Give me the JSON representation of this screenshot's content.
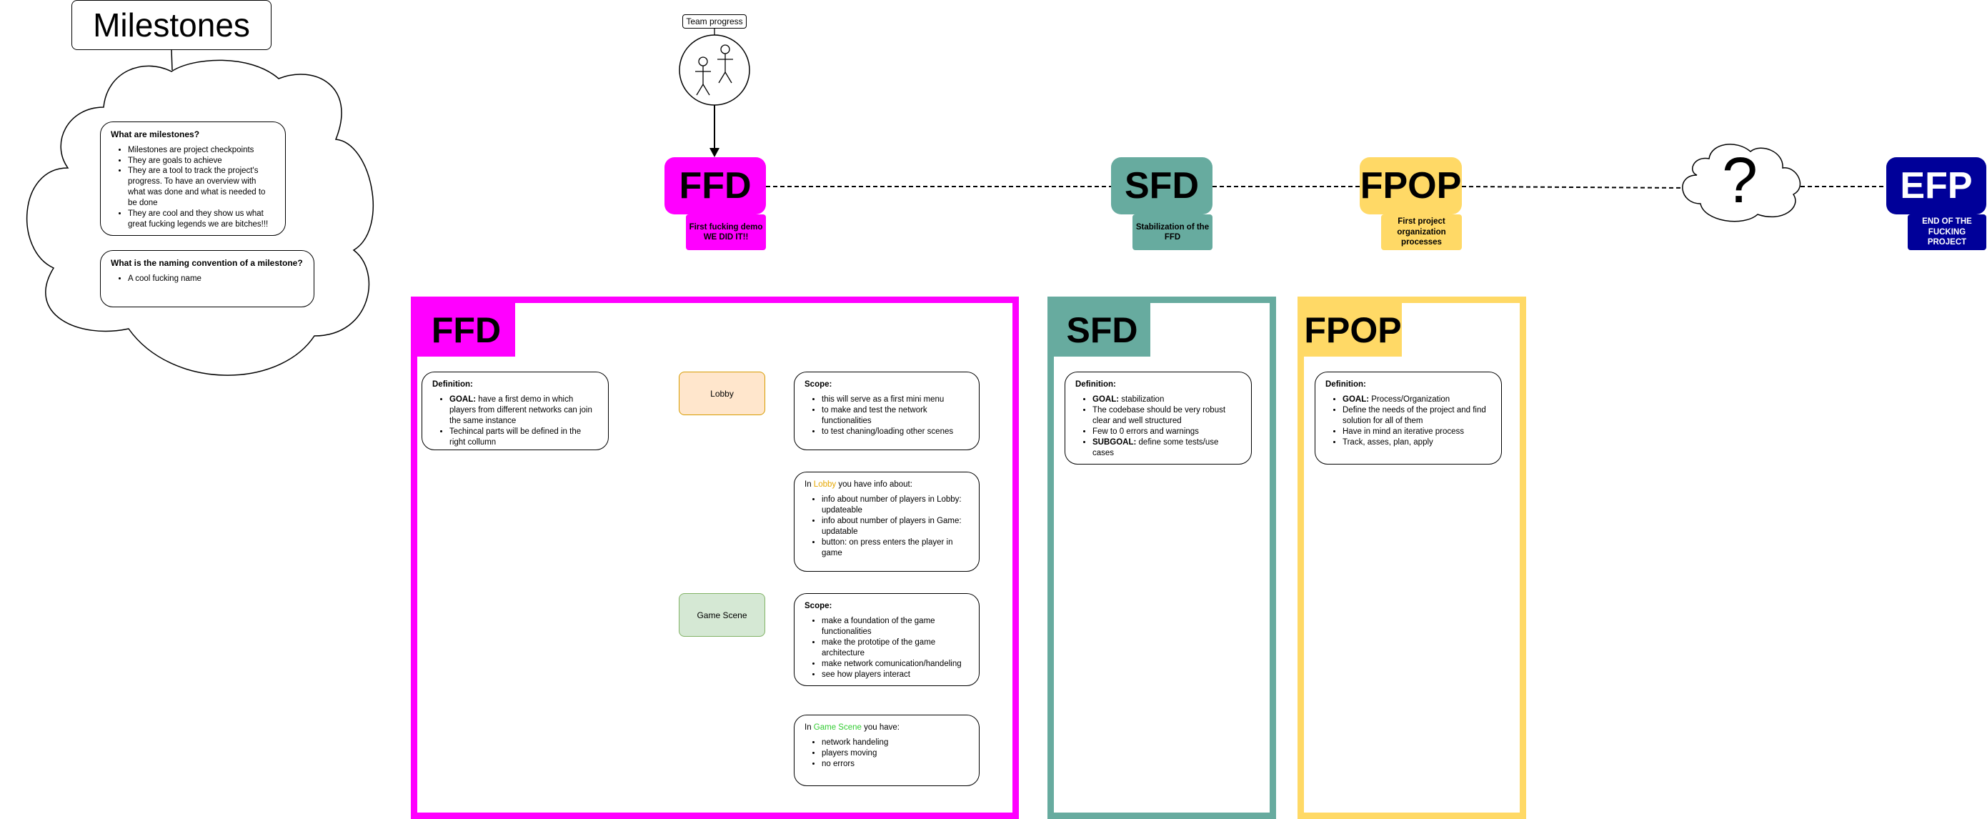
{
  "title": "Milestones",
  "team_progress": "Team progress",
  "question_mark": "?",
  "cloud_notes": {
    "what": {
      "heading": "What are milestones?",
      "items": [
        "Milestones are project checkpoints",
        "They are goals to achieve",
        "They are a tool to track the project's progress. To have an overview with what was done and what is needed to be done",
        "They are cool and they show us what great fucking legends we are bitches!!!"
      ]
    },
    "naming": {
      "heading": "What is the naming convention of a milestone?",
      "items": [
        "A cool fucking name"
      ]
    }
  },
  "milestones": [
    {
      "code": "FFD",
      "subtitle": "First fucking demo WE DID IT!!",
      "color": "#ff00ff",
      "text_color": "#000000",
      "sub_text_color": "#000000"
    },
    {
      "code": "SFD",
      "subtitle": "Stabilization of the FFD",
      "color": "#67ab9f",
      "text_color": "#000000",
      "sub_text_color": "#000000"
    },
    {
      "code": "FPOP",
      "subtitle": "First project organization processes",
      "color": "#ffd966",
      "text_color": "#000000",
      "sub_text_color": "#000000"
    },
    {
      "code": "EFP",
      "subtitle": "END OF THE FUCKING PROJECT",
      "color": "#000099",
      "text_color": "#ffffff",
      "sub_text_color": "#ffffff"
    }
  ],
  "ffd_panel": {
    "tag": "FFD",
    "definition": {
      "heading": "Definition:",
      "items": [
        {
          "bold": "GOAL:",
          "text": " have a first demo in which players from different networks can join the same instance"
        },
        {
          "bold": "",
          "text": "Techincal parts will be defined in the right collumn"
        }
      ]
    },
    "lobby": {
      "label": "Lobby",
      "fill": "#ffe6cc",
      "stroke": "#d79b00",
      "scope_heading": "Scope:",
      "scope_items": [
        "this will serve as a first mini menu",
        "to make and test the network functionalities",
        "to test chaning/loading other scenes"
      ],
      "info_prefix": "In ",
      "info_word": "Lobby",
      "info_word_color": "#e6a700",
      "info_suffix": " you have info about:",
      "info_items": [
        "info about number of players in Lobby: updateable",
        "info about number of players in Game: updatable",
        "button: on press enters the player in game"
      ]
    },
    "game_scene": {
      "label": "Game Scene",
      "fill": "#d5e8d4",
      "stroke": "#82b366",
      "scope_heading": "Scope:",
      "scope_items": [
        "make a foundation of the game functionalities",
        "make the prototipe of the game architecture",
        "make network comunication/handeling",
        "see how players interact"
      ],
      "info_prefix": "In ",
      "info_word": "Game Scene",
      "info_word_color": "#33cc33",
      "info_suffix": " you have:",
      "info_items": [
        "network handeling",
        "players moving",
        "no errors"
      ]
    }
  },
  "sfd_panel": {
    "tag": "SFD",
    "definition": {
      "heading": "Definition:",
      "items": [
        {
          "bold": "GOAL:",
          "text": " stabilization"
        },
        {
          "bold": "",
          "text": "The codebase should be very robust clear and well structured"
        },
        {
          "bold": "",
          "text": "Few to 0 errors and warnings"
        },
        {
          "bold": "SUBGOAL:",
          "text": " define some tests/use cases"
        }
      ]
    }
  },
  "fpop_panel": {
    "tag": "FPOP",
    "definition": {
      "heading": "Definition:",
      "items": [
        {
          "bold": "GOAL:",
          "text": " Process/Organization"
        },
        {
          "bold": "",
          "text": "Define the needs of the project and find solution for all of them"
        },
        {
          "bold": "",
          "text": "Have in mind an iterative process"
        },
        {
          "bold": "",
          "text": "Track, asses, plan, apply"
        }
      ]
    }
  }
}
